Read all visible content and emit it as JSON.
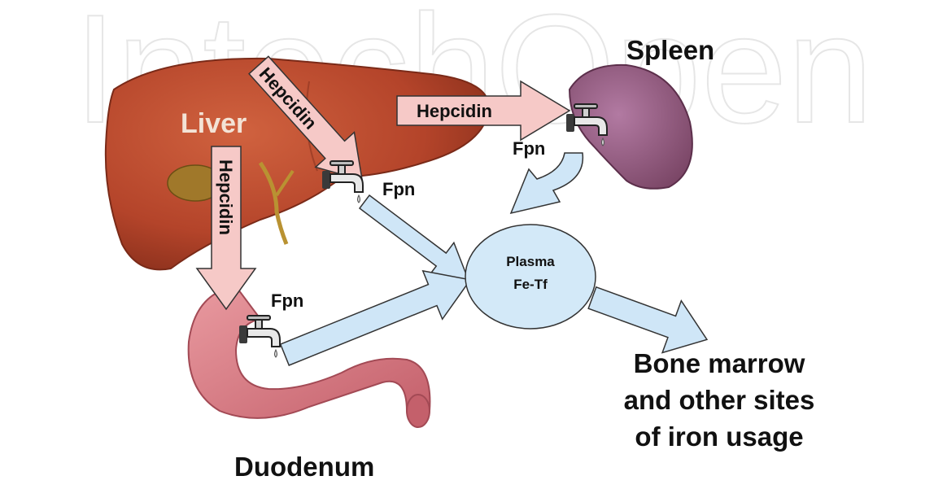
{
  "labels": {
    "liver": "Liver",
    "spleen": "Spleen",
    "duodenum": "Duodenum",
    "hepcidin": "Hepcidin",
    "fpn": "Fpn",
    "plasma_line1": "Plasma",
    "plasma_line2": "Fe-Tf",
    "bone_marrow_line1": "Bone marrow",
    "bone_marrow_line2": "and other sites",
    "bone_marrow_line3": "of iron usage"
  },
  "watermark": "IntechOpen",
  "colors": {
    "liver": "#b8442a",
    "spleen": "#9a5c88",
    "duodenum": "#d97a80",
    "hepcidin_arrow": "#f6c9c7",
    "flow_arrow": "#cfe6f7",
    "plasma": "#d3e9f8"
  },
  "icons": {
    "faucet": "faucet-icon"
  }
}
